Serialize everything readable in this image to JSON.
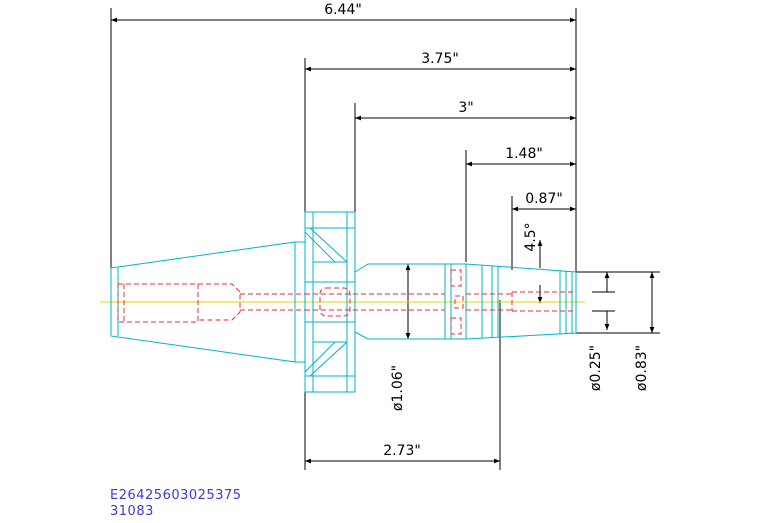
{
  "drawing": {
    "dimensions": {
      "overall_length": "6.44\"",
      "gauge_to_end": "3.75\"",
      "flange_to_end": "3\"",
      "body_to_end": "1.48\"",
      "nose_length": "0.87\"",
      "taper_angle": "4.5°",
      "body_diameter": "ø1.06\"",
      "bore_diameter": "ø0.25\"",
      "nose_diameter": "ø0.83\"",
      "gauge_to_body": "2.73\""
    },
    "colors": {
      "outline": "#00b4c8",
      "hidden": "#e23030",
      "centerline": "#e6d400",
      "dimension": "#000000",
      "code": "#3b3bd6"
    }
  },
  "footer": {
    "part_number": "E26425603025375",
    "code": "31083"
  }
}
